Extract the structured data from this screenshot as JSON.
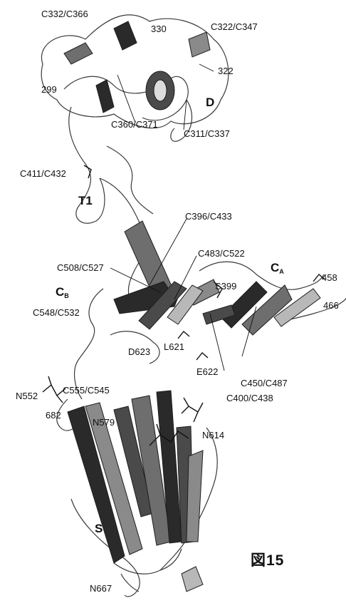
{
  "figure_label": "図15",
  "domain_labels": {
    "D": "D",
    "T1": "T1",
    "S": "S",
    "CA_main": "C",
    "CA_sub": "A",
    "CB_main": "C",
    "CB_sub": "B"
  },
  "labels": {
    "c332_c366": "C332/C366",
    "n330": "330",
    "c322_c347": "C322/C347",
    "n322": "322",
    "n299": "299",
    "c360_c371": "C360/C371",
    "c311_c337": "C311/C337",
    "c411_c432": "C411/C432",
    "c396_c433": "C396/C433",
    "c483_c522": "C483/C522",
    "c508_c527": "C508/C527",
    "s399": "S399",
    "n458": "458",
    "n466": "466",
    "c548_c532": "C548/C532",
    "l621": "L621",
    "d623": "D623",
    "e622": "E622",
    "c450_c487": "C450/C487",
    "n552": "N552",
    "c555_c545": "C555/C545",
    "c400_c438": "C400/C438",
    "n682": "682",
    "n579": "N579",
    "n614": "N614",
    "n667": "N667"
  },
  "colors": {
    "ribbon_dark": "#2a2a2a",
    "ribbon_mid": "#6e6e6e",
    "ribbon_light": "#b8b8b8",
    "coil": "#3a3a3a"
  }
}
